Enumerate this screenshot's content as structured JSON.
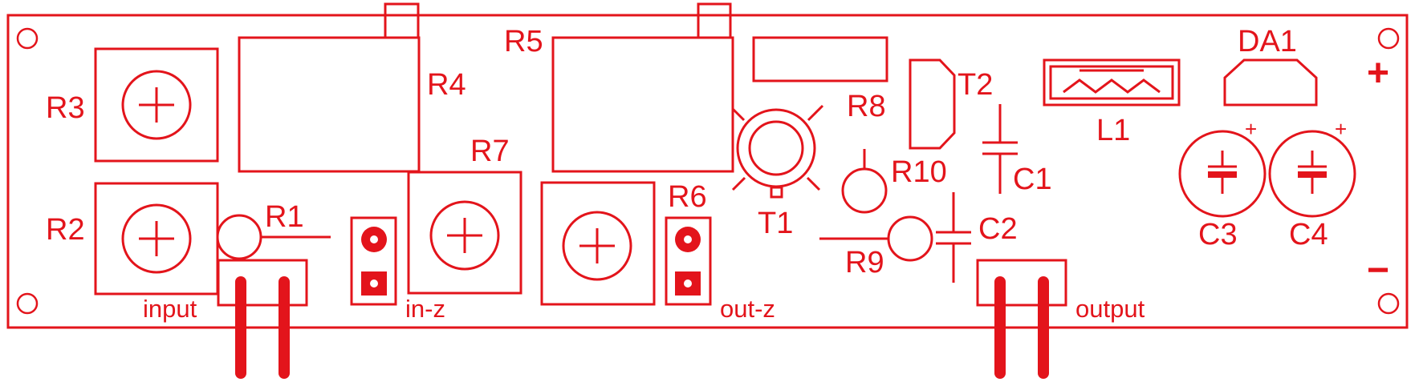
{
  "colors": {
    "ink": "#e3141b",
    "background": "#ffffff"
  },
  "labels": {
    "R1": "R1",
    "R2": "R2",
    "R3": "R3",
    "R4": "R4",
    "R5": "R5",
    "R6": "R6",
    "R7": "R7",
    "R8": "R8",
    "R9": "R9",
    "R10": "R10",
    "T1": "T1",
    "T2": "T2",
    "C1": "C1",
    "C2": "C2",
    "C3": "C3",
    "C4": "C4",
    "L1": "L1",
    "DA1": "DA1",
    "input": "input",
    "in_z": "in-z",
    "out_z": "out-z",
    "output": "output",
    "plus": "+",
    "minus": "−",
    "pol_plus": "+"
  }
}
